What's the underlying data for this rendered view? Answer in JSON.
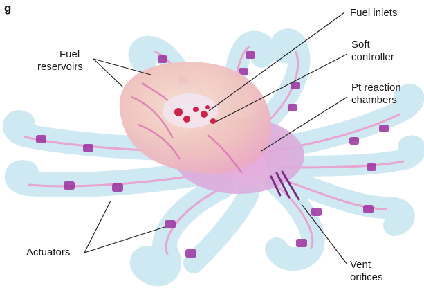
{
  "panel_letter": "g",
  "labels": {
    "fuel_inlets": "Fuel inlets",
    "soft_controller_1": "Soft",
    "soft_controller_2": "controller",
    "fuel_reservoirs_1": "Fuel",
    "fuel_reservoirs_2": "reservoirs",
    "pt_chambers_1": "Pt reaction",
    "pt_chambers_2": "chambers",
    "actuators": "Actuators",
    "vent_orifices_1": "Vent",
    "vent_orifices_2": "orifices"
  },
  "colors": {
    "tentacle_fill": "#cfe9f3",
    "tentacle_edge": "#a9d2e3",
    "pink_channel": "#e7a5cf",
    "purple_chamber": "#9c2f9d",
    "head_peach": "#f1cdbd",
    "head_pink": "#e58fc4",
    "red_ink": "#d1204a",
    "text": "#1a1a1a"
  }
}
